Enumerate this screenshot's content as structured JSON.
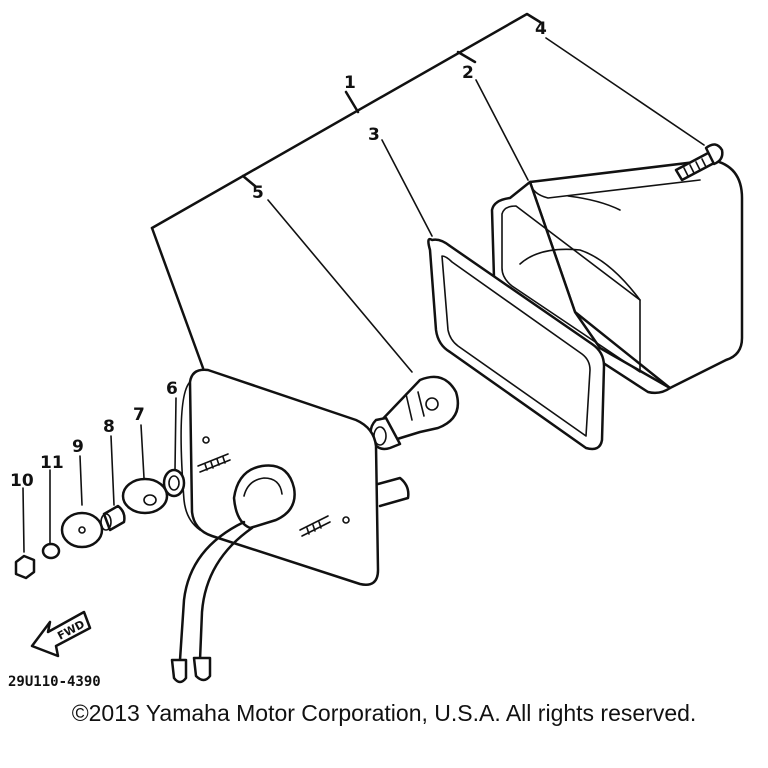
{
  "diagram": {
    "callouts": [
      "1",
      "2",
      "3",
      "4",
      "5",
      "6",
      "7",
      "8",
      "9",
      "10",
      "11"
    ],
    "part_code": "29U110-4390",
    "direction_label": "FWD"
  },
  "footer": {
    "copyright": "©2013 Yamaha Motor Corporation, U.S.A. All rights reserved."
  }
}
